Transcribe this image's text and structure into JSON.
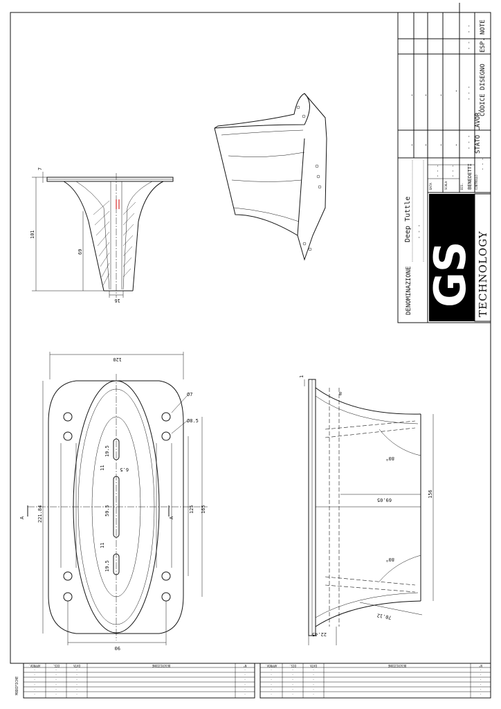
{
  "title_block": {
    "denominazione_label": "DENOMINAZIONE",
    "denominazione_value": "Deep Tuttle",
    "denominazione_sub": "- - -",
    "field_data_label": "DATA",
    "field_data_value": "- - -",
    "field_scala_label": "SCALA",
    "field_scala_value": "- - -",
    "field_dis_label": "DIS.",
    "field_dis_value": "BENEDETTI",
    "field_controllo_label": "CONTROLLO",
    "field_controllo_value": "- - -",
    "stato_label": "STATO LAVOR.",
    "stato_value": "- - -",
    "codice_label": "CODICE DISEGNO",
    "codice_value": "- - -",
    "esp_label": "ESP.",
    "esp_value": "- -",
    "note_label": "NOTE",
    "note_value": "- -",
    "dot": "."
  },
  "logo": {
    "brand_letters": "GS",
    "brand_word": "TECHNOLOGY"
  },
  "dimensions": {
    "side_height": "101",
    "side_top": "7",
    "side_inner": "69",
    "side_bottom": "16",
    "front_width": "120",
    "front_height": "221.84",
    "hole_small": "Ø7",
    "hole_large": "Ø8.5",
    "front_125": "125",
    "front_165": "165",
    "slot_top": "19.5",
    "slot_gap_top": "11",
    "slot_width": "6.5",
    "slot_mid": "59.5",
    "slot_gap_bottom": "11",
    "slot_bottom": "19.5",
    "front_bottom": "90",
    "section_mark": "A",
    "sect_top": "1",
    "sect_top2": "8",
    "sect_angle_top": "80°",
    "sect_69": "69.05",
    "sect_156": "156",
    "sect_angle_bottom": "80°",
    "sect_70": "70.12",
    "sect_22": "22.45"
  },
  "revision_table": {
    "headers": [
      "N°",
      "DESCRIZIONE",
      "DATA",
      "DIS.",
      "APPROV."
    ],
    "side_label": "MODIFICHE",
    "empty_cell": "-"
  }
}
